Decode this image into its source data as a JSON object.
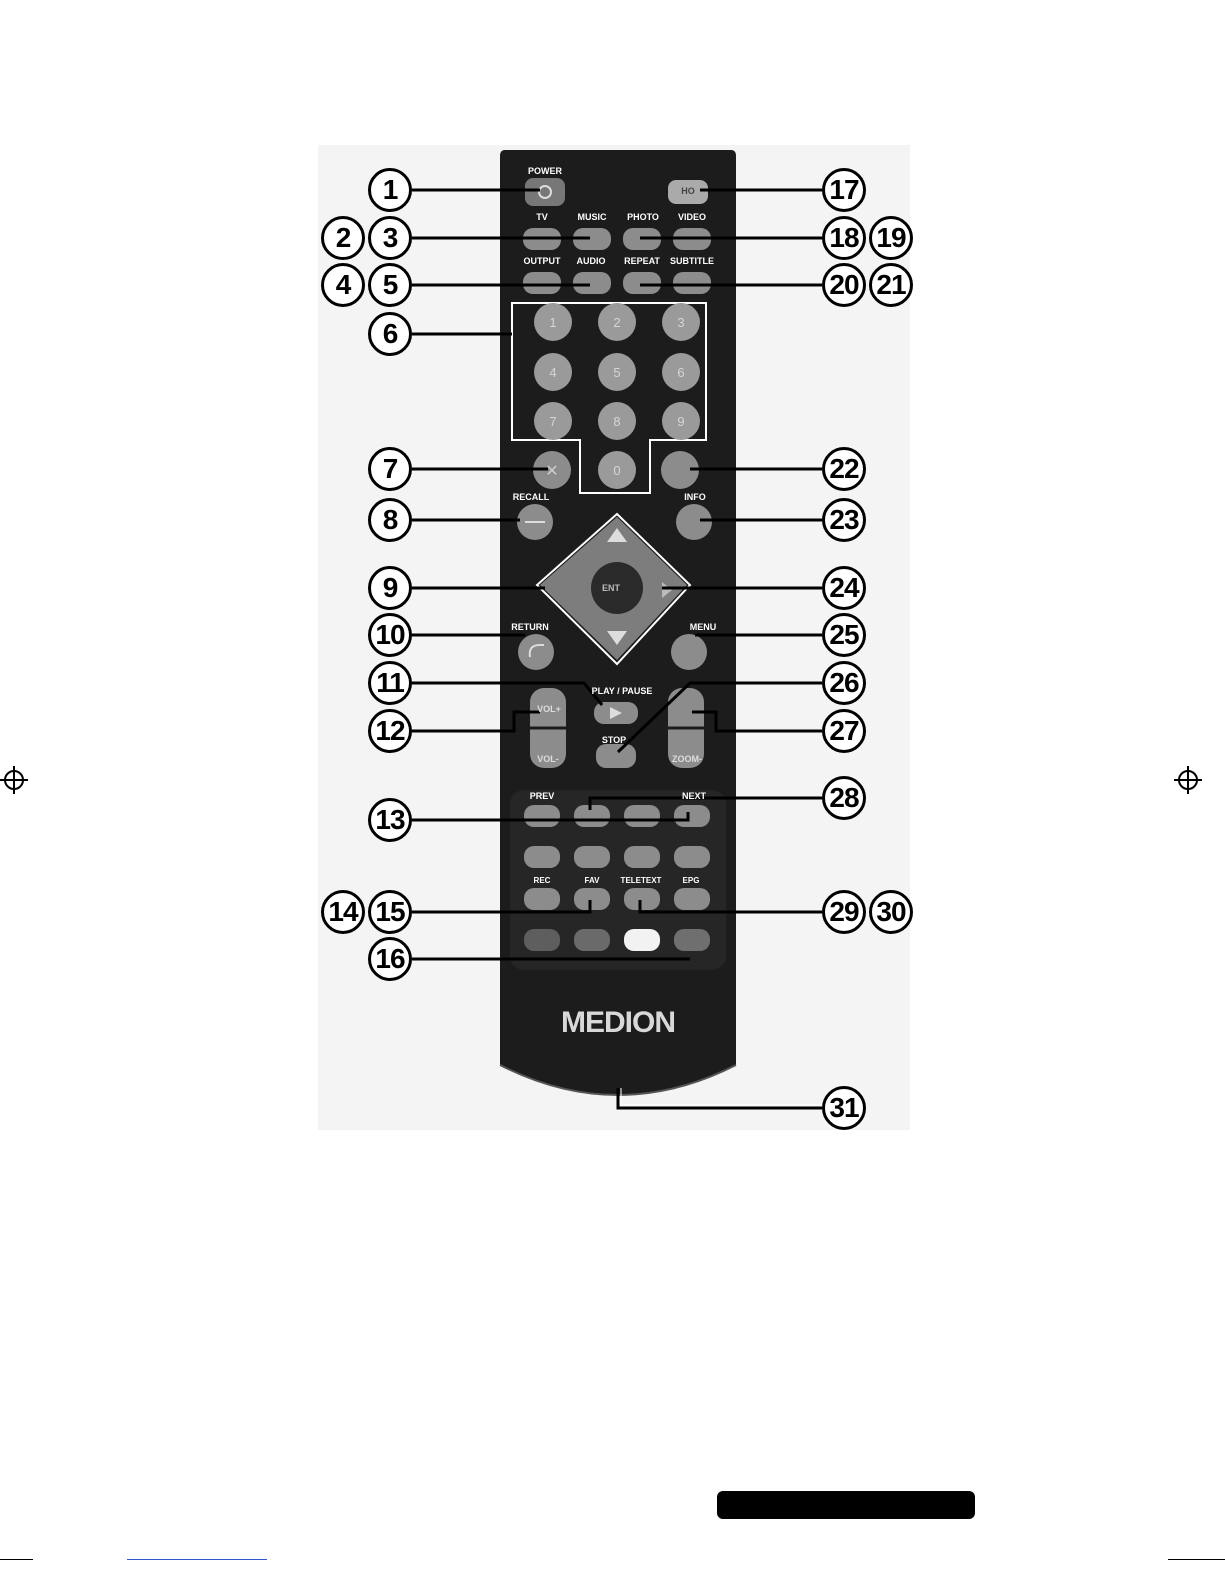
{
  "remote": {
    "brand": "MEDION",
    "labels": {
      "power": "POWER",
      "tv": "TV",
      "music": "MUSIC",
      "photo": "PHOTO",
      "video": "VIDEO",
      "output": "OUTPUT",
      "audio": "AUDIO",
      "repeat": "REPEAT",
      "subtitle": "SUBTITLE",
      "recall": "RECALL",
      "info": "INFO",
      "return": "RETURN",
      "menu": "MENU",
      "play_pause": "PLAY / PAUSE",
      "stop": "STOP",
      "vol_plus": "VOL+",
      "vol_minus": "VOL-",
      "zoom_minus": "ZOOM-",
      "prev": "PREV",
      "next": "NEXT",
      "rec": "REC",
      "fav": "FAV",
      "teletext": "TELETEXT",
      "epg": "EPG",
      "enter": "ENT",
      "home": "HO"
    },
    "digits": [
      "1",
      "2",
      "3",
      "4",
      "5",
      "6",
      "7",
      "8",
      "9",
      "0"
    ]
  },
  "callouts": [
    "1",
    "2",
    "3",
    "4",
    "5",
    "6",
    "7",
    "8",
    "9",
    "10",
    "11",
    "12",
    "13",
    "14",
    "15",
    "16",
    "17",
    "18",
    "19",
    "20",
    "21",
    "22",
    "23",
    "24",
    "25",
    "26",
    "27",
    "28",
    "29",
    "30",
    "31"
  ],
  "colors": {
    "remote_body": "#1a1a1a",
    "button_grey": "#8c8c8c",
    "callout_stroke": "#000000"
  }
}
